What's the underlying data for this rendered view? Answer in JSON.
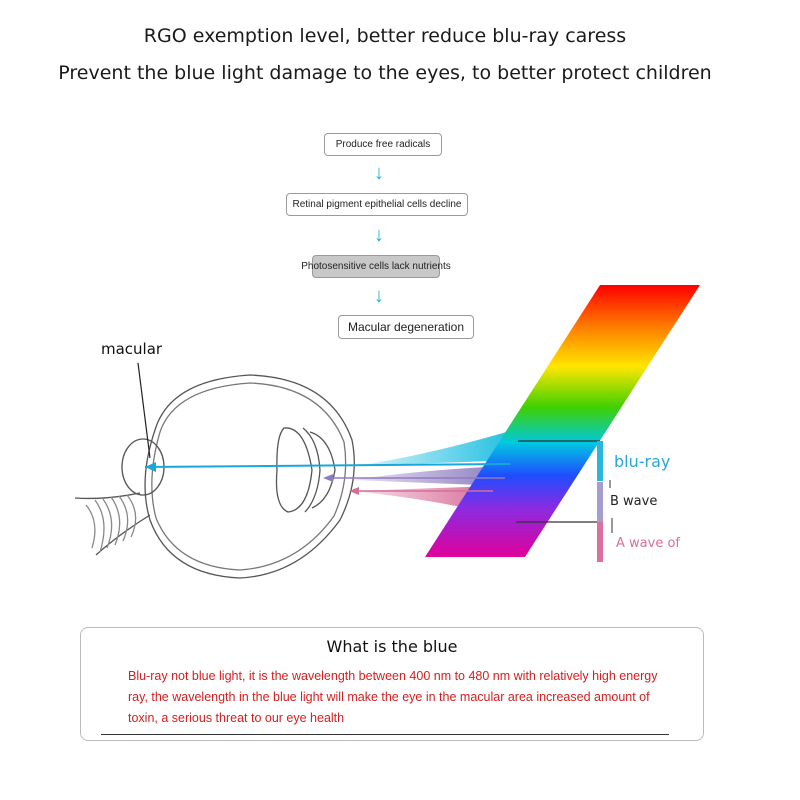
{
  "header": {
    "line1": "RGO exemption level, better reduce blu-ray caress",
    "line2": "Prevent the blue light damage to the eyes, to better protect children"
  },
  "flowchart": {
    "steps": [
      "Produce free radicals",
      "Retinal pigment epithelial cells decline",
      "Photosensitive cells lack nutrients",
      "Macular degeneration"
    ],
    "arrow_color": "#19b3d8"
  },
  "eye_diagram": {
    "macular_label": "macular",
    "bands": [
      {
        "label": "blu-ray",
        "color": "#29a8d6"
      },
      {
        "label": "B wave",
        "color": "#9d8fc5"
      },
      {
        "label": "A wave of",
        "color": "#d96e9b"
      }
    ]
  },
  "info": {
    "title": "What is the blue",
    "body": "Blu-ray not blue light, it is the wavelength between 400 nm to 480 nm with relatively high energy ray, the wavelength in the blue light will make the eye in the macular area increased amount of toxin, a serious threat to our eye health"
  }
}
